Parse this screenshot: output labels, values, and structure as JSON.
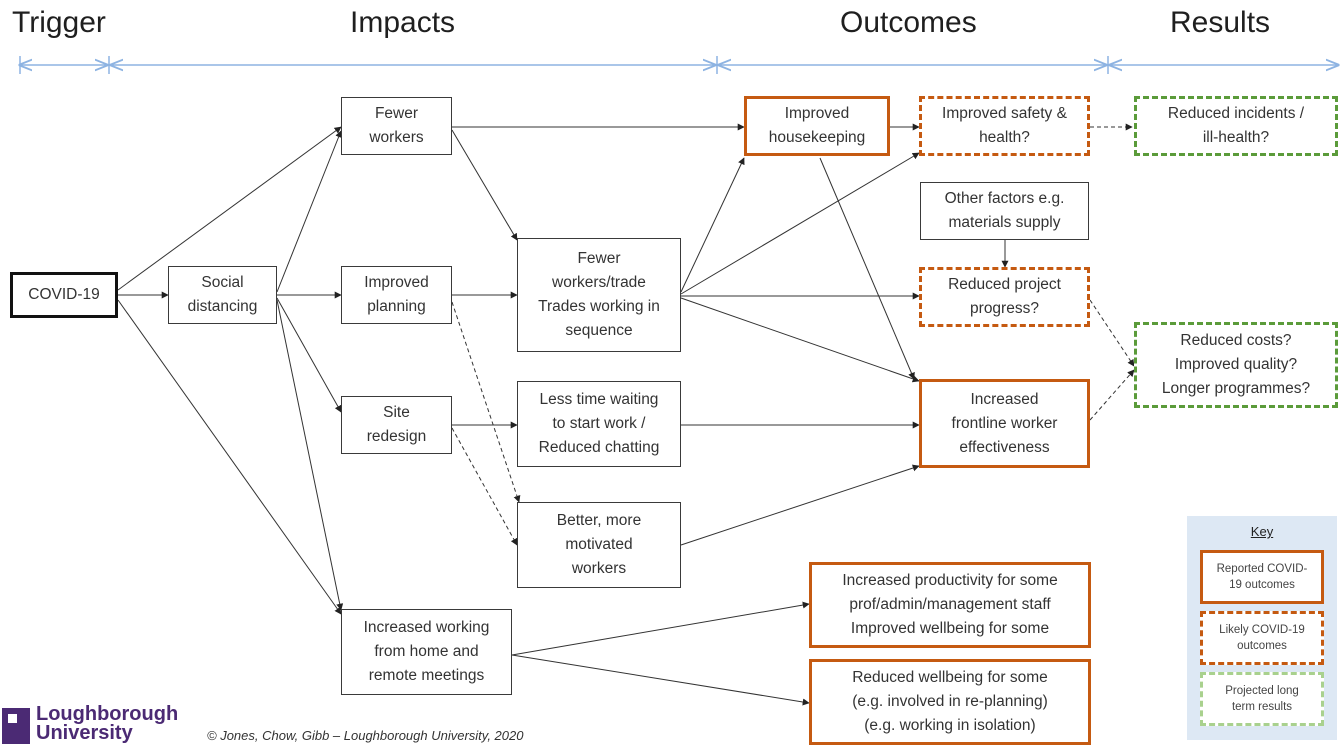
{
  "headers": {
    "trigger": "Trigger",
    "impacts": "Impacts",
    "outcomes": "Outcomes",
    "results": "Results"
  },
  "nodes": {
    "covid": "COVID-19",
    "social_distancing": "Social\ndistancing",
    "fewer_workers": "Fewer\nworkers",
    "improved_planning": "Improved\nplanning",
    "site_redesign": "Site\nredesign",
    "working_from_home": "Increased working\nfrom home and\nremote meetings",
    "fewer_workers_trade": "Fewer\nworkers/trade\nTrades working in\nsequence",
    "less_time_waiting": "Less time waiting\nto start work /\nReduced chatting",
    "better_workers": "Better, more\nmotivated\nworkers",
    "improved_housekeeping": "Improved\nhousekeeping",
    "improved_safety": "Improved safety &\nhealth?",
    "other_factors": "Other factors e.g.\nmaterials supply",
    "reduced_progress": "Reduced project\nprogress?",
    "frontline_effectiveness": "Increased\nfrontline worker\neffectiveness",
    "increased_productivity": "Increased productivity for some\nprof/admin/management staff\nImproved wellbeing for some",
    "reduced_wellbeing": "Reduced wellbeing for some\n(e.g. involved in re-planning)\n(e.g. working in isolation)",
    "reduced_incidents": "Reduced incidents /\nill-health?",
    "reduced_costs": "Reduced costs?\nImproved quality?\nLonger programmes?"
  },
  "key": {
    "title": "Key",
    "reported": "Reported COVID-\n19 outcomes",
    "likely": "Likely COVID-19\noutcomes",
    "projected": "Projected long\nterm results"
  },
  "colors": {
    "reported": "#c55a11",
    "likely": "#c55a11",
    "projected": "#5b9b3a",
    "timeline": "#8db3e2",
    "key_background": "#dde8f4",
    "logo": "#4b2a74"
  },
  "footer": {
    "logo": "Loughborough\nUniversity",
    "copyright": "© Jones, Chow, Gibb – Loughborough University, 2020"
  }
}
